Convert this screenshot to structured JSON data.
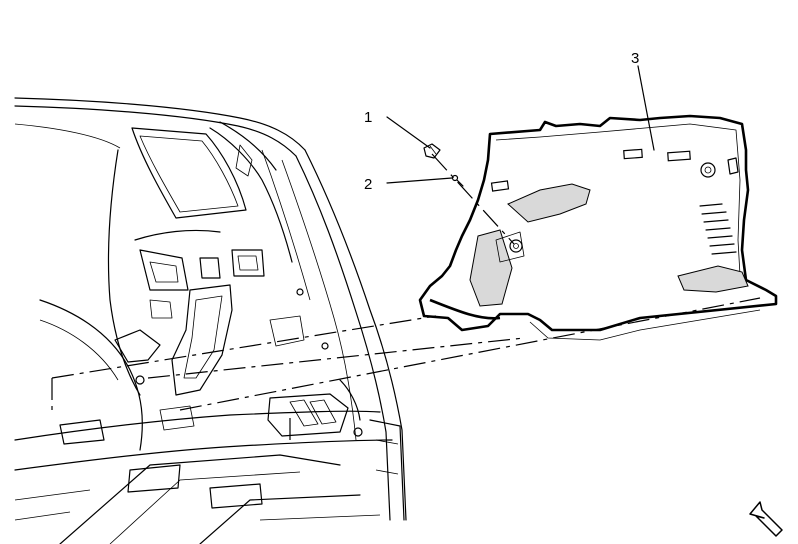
{
  "diagram": {
    "callouts": [
      {
        "id": "1",
        "label": "1"
      },
      {
        "id": "2",
        "label": "2"
      },
      {
        "id": "3",
        "label": "3"
      }
    ],
    "view_arrow_icon": "hollow-arrow-icon"
  }
}
